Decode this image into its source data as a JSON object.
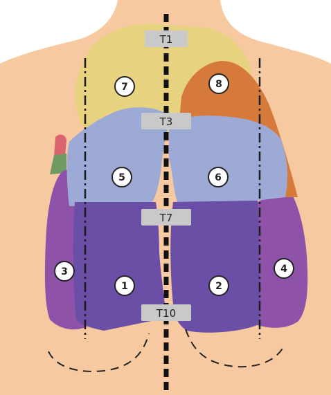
{
  "vertebrae": [
    {
      "id": "t1",
      "label": "T1"
    },
    {
      "id": "t3",
      "label": "T3"
    },
    {
      "id": "t7",
      "label": "T7"
    },
    {
      "id": "t10",
      "label": "T10"
    }
  ],
  "zones": [
    {
      "id": "1",
      "label": "1"
    },
    {
      "id": "2",
      "label": "2"
    },
    {
      "id": "3",
      "label": "3"
    },
    {
      "id": "4",
      "label": "4"
    },
    {
      "id": "5",
      "label": "5"
    },
    {
      "id": "6",
      "label": "6"
    },
    {
      "id": "7",
      "label": "7"
    },
    {
      "id": "8",
      "label": "8"
    }
  ],
  "colors": {
    "skin": "#f7c9a0",
    "upper_left_lobe": "#e7d37f",
    "upper_right_lobe": "#d67a3b",
    "middle_lobes": "#9eaad6",
    "lower_lobes": "#6b4fa6",
    "lateral_zones": "#8e52a8",
    "small_red_zone": "#d9636e",
    "small_green_zone": "#6f9a61",
    "label_box": "#c9c9c9"
  }
}
